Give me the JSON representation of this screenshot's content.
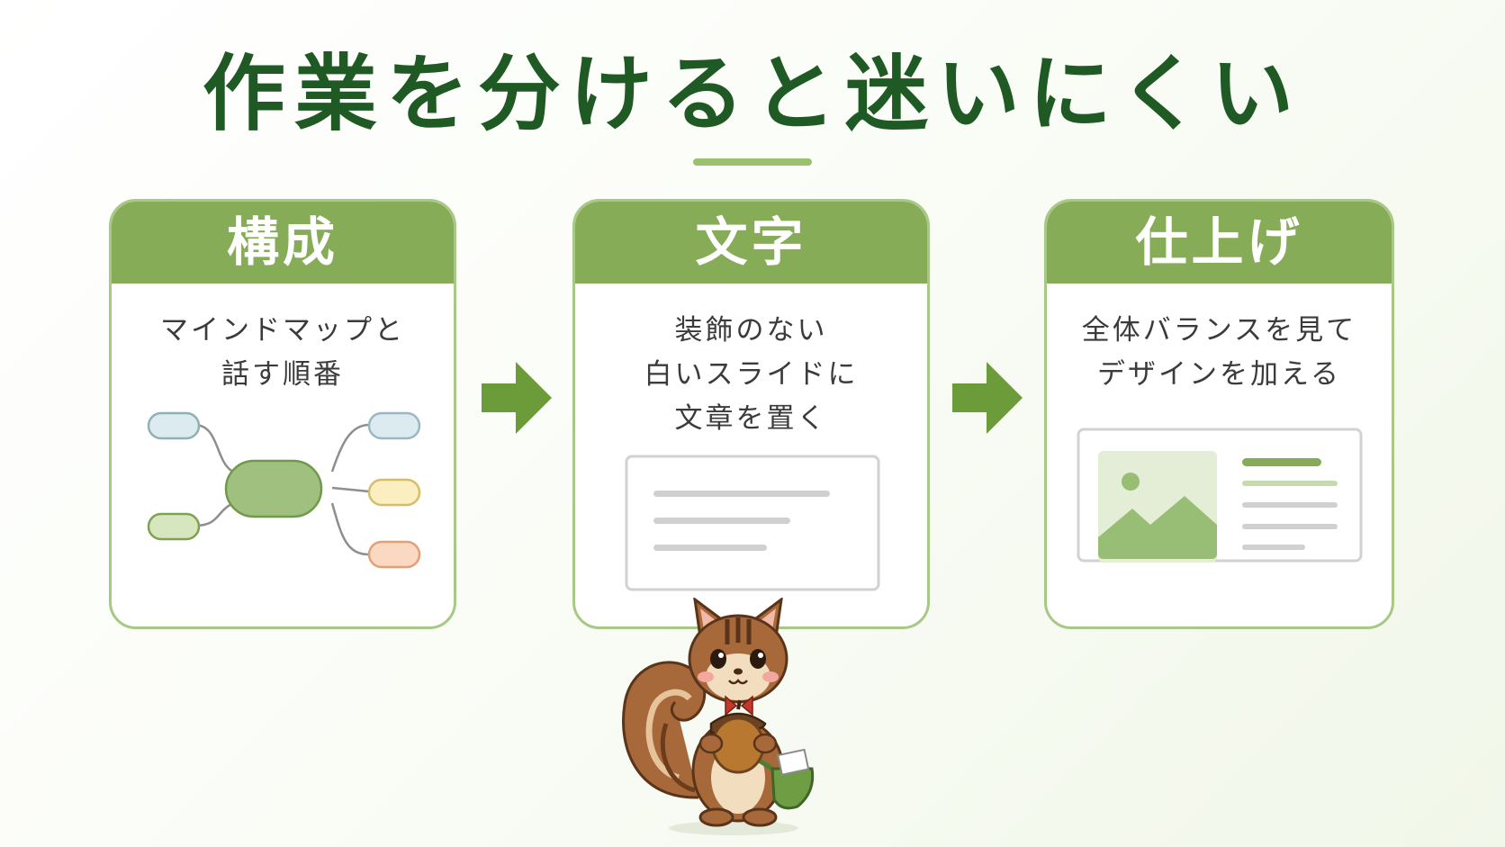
{
  "title": "作業を分けると迷いにくい",
  "steps": [
    {
      "title": "構成",
      "lines": [
        "マインドマップと",
        "話す順番"
      ]
    },
    {
      "title": "文字",
      "lines": [
        "装飾のない",
        "白いスライドに",
        "文章を置く"
      ]
    },
    {
      "title": "仕上げ",
      "lines": [
        "全体バランスを見て",
        "デザインを加える"
      ]
    }
  ],
  "colors": {
    "title": "#1f5a24",
    "header": "#86ac57",
    "card_border": "#a7c985",
    "arrow": "#6c9c3a",
    "mind_center": "#9fc07e",
    "node_blue": "#dcebef",
    "node_yellow": "#fbefc2",
    "node_orange": "#fbd8c2",
    "node_green": "#d6e7bf"
  },
  "icons": [
    "mind-map-icon",
    "text-slide-icon",
    "designed-slide-icon",
    "arrow-right-icon",
    "squirrel-mascot-icon",
    "acorn-icon"
  ]
}
